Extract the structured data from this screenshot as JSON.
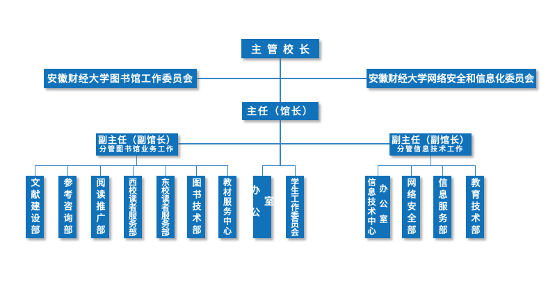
{
  "diagram": {
    "type": "org-chart",
    "root": {
      "label": "主管校长"
    },
    "committees": {
      "library": "安徽财经大学图书馆工作委员会",
      "network": "安徽财经大学网络安全和信息化委员会"
    },
    "director": {
      "label": "主任（馆长）"
    },
    "deputies": {
      "left": {
        "title": "副主任（副馆长）",
        "subtitle": "分管图书馆业务工作"
      },
      "right": {
        "title": "副主任（副馆长）",
        "subtitle": "分管信息技术工作"
      }
    },
    "departments": {
      "library_side": [
        "文献建设部",
        "参考咨询部",
        "阅读推广部",
        "西校读者服务部",
        "东校读者服务部",
        "图书技术部",
        "教材服务中心"
      ],
      "director_direct": [
        "办公室",
        "学生工作委员会"
      ],
      "it_side": {
        "first": {
          "col1": "信息技术中心",
          "col2": "办公室"
        },
        "rest": [
          "网络安全部",
          "信息服务部",
          "教育技术部"
        ]
      }
    },
    "colors": {
      "box_fill": "#1172ba",
      "line": "#3483c5",
      "text": "#ffffff"
    }
  }
}
